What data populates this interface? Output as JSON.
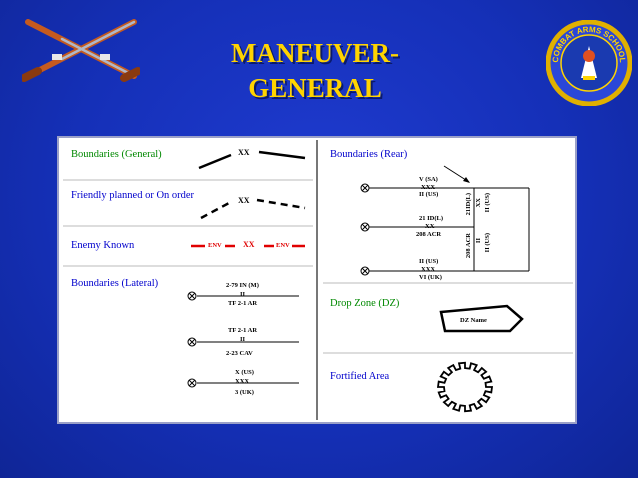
{
  "title": {
    "line1": "MANEUVER-",
    "line2": "GENERAL"
  },
  "seal": {
    "text": "COMBAT ARMS SCHOOL"
  },
  "colors": {
    "title": "#ffd400",
    "background": "#1530b8",
    "label_blue": "#0000cc",
    "label_green": "#008800",
    "enemy": "#e00000"
  },
  "left_section": {
    "boundaries_general": {
      "label": "Boundaries (General)",
      "echelon": "XX"
    },
    "friendly_planned": {
      "label": "Friendly planned or On order",
      "echelon": "XX"
    },
    "enemy_known": {
      "label": "Enemy Known",
      "env_left": "ENV",
      "echelon": "XX",
      "env_right": "ENV"
    },
    "boundaries_lateral": {
      "label": "Boundaries (Lateral)",
      "ex1": {
        "top": "2-79 IN (M)",
        "echelon": "II",
        "bottom": "TF 2-1 AR"
      },
      "ex2": {
        "top": "TF 2-1 AR",
        "echelon": "II",
        "bottom": "2-23 CAV"
      },
      "ex3": {
        "top": "X (US)",
        "echelon": "XXX",
        "bottom": "3 (UK)"
      }
    }
  },
  "right_section": {
    "boundaries_rear": {
      "label": "Boundaries (Rear)",
      "unit1": {
        "top": "V (SA)",
        "echelon": "XXX",
        "bottom": "II (US)"
      },
      "unit2": {
        "top": "21 ID(L)",
        "echelon": "XX",
        "bottom": "208 ACR"
      },
      "unit3": {
        "top": "II (US)",
        "echelon": "XXX",
        "bottom": "VI (UK)"
      },
      "vertical": {
        "a_top": "21ID(L)",
        "a_ech": "XX",
        "a_bottom": "II (US)",
        "b_top": "208 ACR",
        "b_ech": "II",
        "b_bottom": "II (US)"
      }
    },
    "drop_zone": {
      "label": "Drop Zone (DZ)",
      "name": "DZ Name"
    },
    "fortified_area": {
      "label": "Fortified Area"
    }
  }
}
